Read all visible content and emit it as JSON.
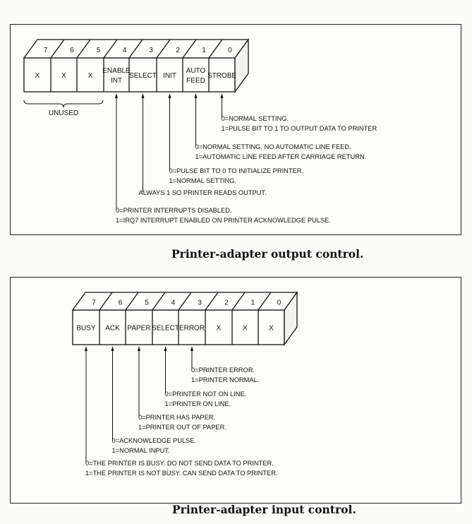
{
  "output_control": {
    "caption": "Printer-adapter output control.",
    "bits": [
      {
        "num": "7",
        "label": [
          "X"
        ]
      },
      {
        "num": "6",
        "label": [
          "X"
        ]
      },
      {
        "num": "5",
        "label": [
          "X"
        ]
      },
      {
        "num": "4",
        "label": [
          "ENABLE",
          "INT"
        ]
      },
      {
        "num": "3",
        "label": [
          "SELECT"
        ]
      },
      {
        "num": "2",
        "label": [
          "INIT"
        ]
      },
      {
        "num": "1",
        "label": [
          "AUTO",
          "FEED"
        ]
      },
      {
        "num": "0",
        "label": [
          "STROBE"
        ]
      }
    ],
    "unused_label": "UNUSED",
    "descriptions": [
      {
        "bit": "0",
        "lines": [
          "0=NORMAL SETTING.",
          "1=PULSE BIT TO 1 TO OUTPUT DATA TO PRINTER"
        ]
      },
      {
        "bit": "1",
        "lines": [
          "0=NORMAL SETTING. NO AUTOMATIC LINE FEED.",
          "1=AUTOMATIC LINE FEED AFTER CARRIAGE RETURN."
        ]
      },
      {
        "bit": "2",
        "lines": [
          "0=PULSE BIT TO 0 TO INITIALIZE PRINTER.",
          "1=NORMAL SETTING."
        ]
      },
      {
        "bit": "3",
        "lines": [
          "ALWAYS 1 SO PRINTER READS OUTPUT."
        ]
      },
      {
        "bit": "4",
        "lines": [
          "0=PRINTER INTERRUPTS DISABLED.",
          "1=IRQ7 INTERRUPT ENABLED ON PRINTER ACKNOWLEDGE PULSE."
        ]
      }
    ]
  },
  "input_control": {
    "caption": "Printer-adapter input control.",
    "bits": [
      {
        "num": "7",
        "label": [
          "BUSY"
        ]
      },
      {
        "num": "6",
        "label": [
          "ACK"
        ]
      },
      {
        "num": "5",
        "label": [
          "PAPER"
        ]
      },
      {
        "num": "4",
        "label": [
          "SELECT"
        ]
      },
      {
        "num": "3",
        "label": [
          "ERROR"
        ]
      },
      {
        "num": "2",
        "label": [
          "X"
        ]
      },
      {
        "num": "1",
        "label": [
          "X"
        ]
      },
      {
        "num": "0",
        "label": [
          "X"
        ]
      }
    ],
    "descriptions": [
      {
        "bit": "3",
        "lines": [
          "0=PRINTER ERROR.",
          "1=PRINTER NORMAL."
        ]
      },
      {
        "bit": "4",
        "lines": [
          "0=PRINTER NOT ON LINE.",
          "1=PRINTER ON LINE."
        ]
      },
      {
        "bit": "5",
        "lines": [
          "0=PRINTER HAS PAPER.",
          "1=PRINTER OUT OF PAPER."
        ]
      },
      {
        "bit": "6",
        "lines": [
          "0=ACKNOWLEDGE PULSE.",
          "1=NORMAL INPUT."
        ]
      },
      {
        "bit": "7",
        "lines": [
          "0=THE PRINTER IS BUSY.  DO NOT SEND DATA TO PRINTER.",
          "1=THE PRINTER IS NOT BUSY.  CAN SEND DATA TO PRINTER."
        ]
      }
    ]
  }
}
